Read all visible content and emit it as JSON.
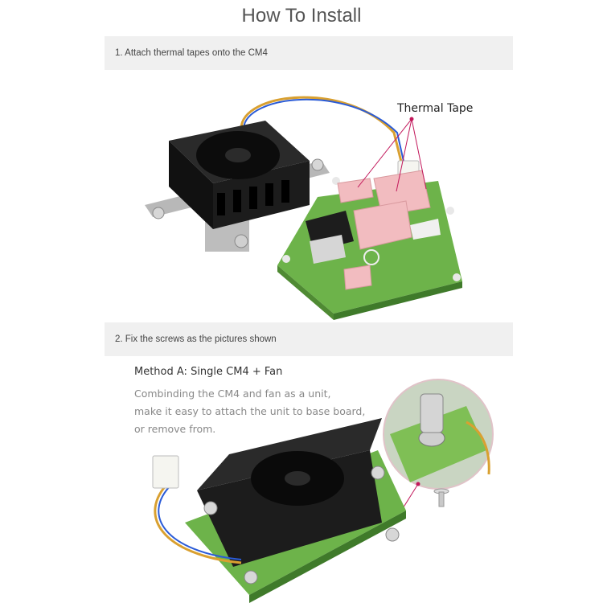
{
  "page": {
    "title": "How To Install"
  },
  "steps": [
    {
      "label": "1. Attach thermal tapes onto the CM4"
    },
    {
      "label": "2. Fix the screws as the pictures shown"
    }
  ],
  "figure1": {
    "callout": "Thermal Tape"
  },
  "figure2": {
    "method_title": "Method A: Single CM4 + Fan",
    "description_lines": [
      "Combinding the CM4 and fan as a unit,",
      "make it easy to attach the unit to base board,",
      "or remove from."
    ]
  },
  "colors": {
    "accent": "#c2185b",
    "pcb_green": "#6db34a",
    "thermal_pink": "#f2bcc0",
    "heatsink": "#1a1a1a",
    "step_bg": "#f0f0f0"
  }
}
